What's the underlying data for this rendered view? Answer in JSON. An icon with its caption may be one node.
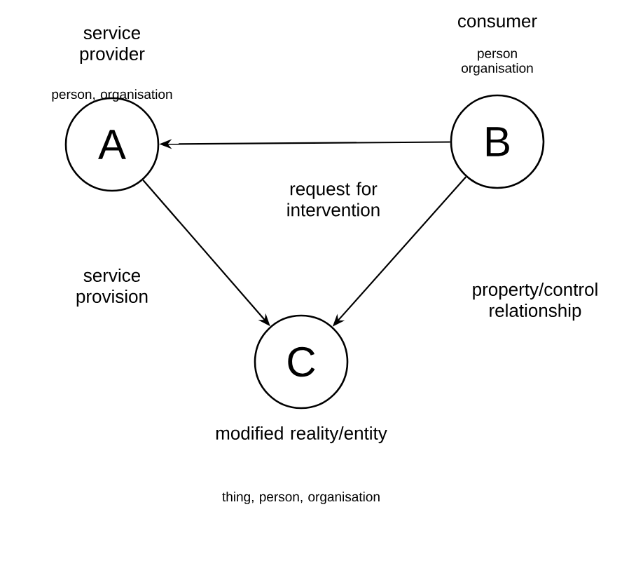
{
  "diagram": {
    "nodes": [
      {
        "text": [
          "A"
        ],
        "beside": [
          "service provider",
          "person, organisation"
        ]
      },
      {
        "text": [
          "B"
        ],
        "beside": [
          "consumer",
          "person organisation"
        ]
      },
      {
        "text": [
          "C"
        ],
        "beside": [
          "modified reality/entity",
          "thing, person, organisation"
        ]
      }
    ],
    "edges": [
      {
        "from": 1,
        "to": 0,
        "arrow": "to",
        "label": "request for intervention"
      },
      {
        "from": 0,
        "to": 2,
        "arrow": "to",
        "label": "service provision"
      },
      {
        "from": 1,
        "to": 2,
        "arrow": "to",
        "label": "property/control relationship"
      }
    ]
  }
}
